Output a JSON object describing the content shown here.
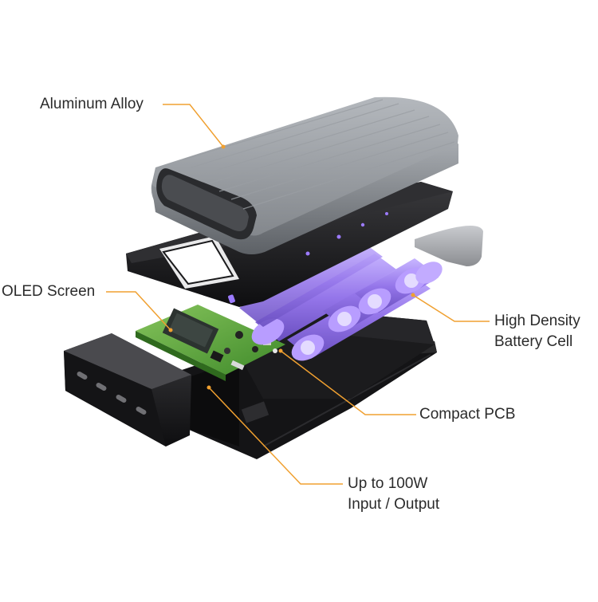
{
  "labels": {
    "aluminum_alloy": "Aluminum Alloy",
    "oled_screen": "OLED Screen",
    "battery_line1": "High Density",
    "battery_line2": "Battery Cell",
    "pcb": "Compact PCB",
    "ports_line1": "Up to 100W",
    "ports_line2": "Input / Output"
  },
  "colors": {
    "callout_line": "#f0a030",
    "label_text": "#2b2b2b",
    "battery_cell": "#9b7ee8",
    "pcb_board": "#5ea23d",
    "aluminum_shell": "#8d9196",
    "housing": "#1c1c1e",
    "accent_led": "#9c7bff"
  }
}
